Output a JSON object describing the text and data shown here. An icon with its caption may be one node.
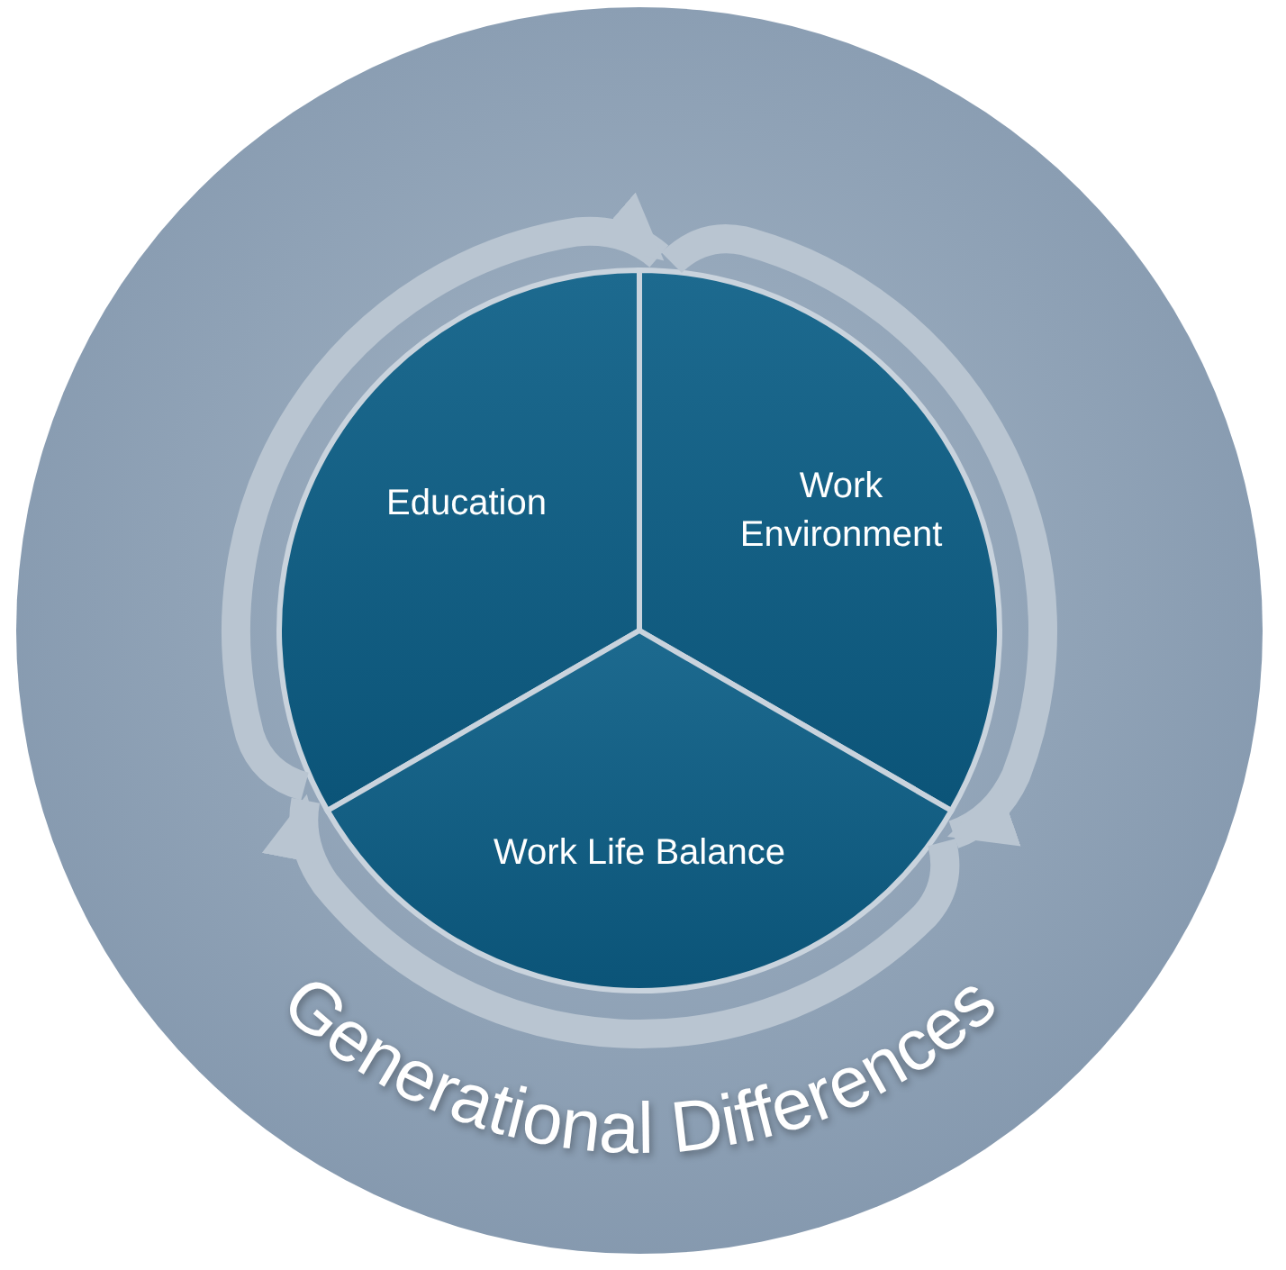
{
  "diagram": {
    "nodes": [
      {
        "text": [
          "Generational Differences"
        ]
      },
      {
        "text": [
          "Education"
        ],
        "in": 0
      },
      {
        "text": [
          "Work Environment"
        ],
        "in": 0
      },
      {
        "text": [
          "Work Life Balance"
        ],
        "in": 0
      }
    ],
    "edges": [
      {
        "from": 1,
        "to": 2,
        "arrow": "to"
      },
      {
        "from": 2,
        "to": 3,
        "arrow": "to"
      },
      {
        "from": 3,
        "to": 1,
        "arrow": "to"
      }
    ]
  }
}
